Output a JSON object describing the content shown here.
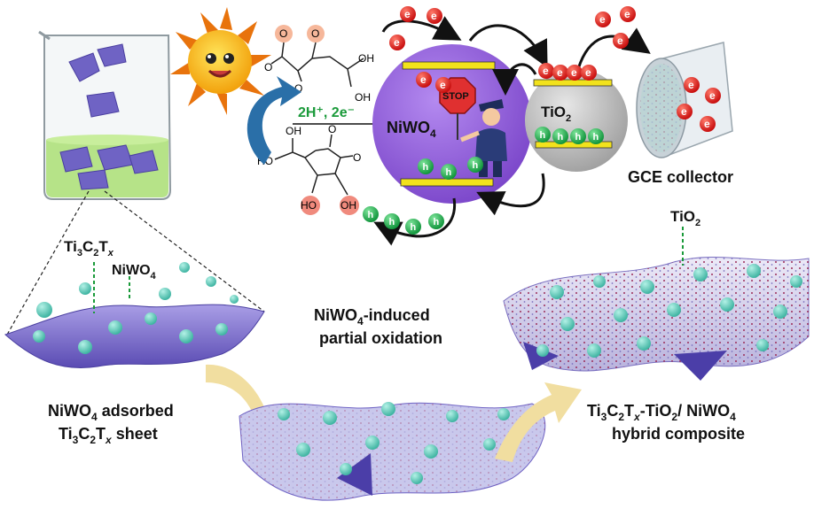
{
  "reaction_label": "2H⁺, 2e⁻",
  "semiconductor_a": {
    "main": "NiWO",
    "sub": "4"
  },
  "semiconductor_b": {
    "main": "TiO",
    "sub": "2"
  },
  "collector_label": "GCE collector",
  "stop_sign": "STOP",
  "electron_symbol": "e",
  "hole_symbol": "h",
  "atom_oxygen": "O",
  "group_oh": "OH",
  "group_ho": "HO",
  "mxene_label": {
    "t1": "Ti",
    "s1": "3",
    "t2": "C",
    "s2": "2",
    "t3": "T",
    "s3": "x"
  },
  "niwo4_tag": {
    "main": "NiWO",
    "sub": "4"
  },
  "tio2_tag": {
    "main": "TiO",
    "sub": "2"
  },
  "middle_caption": {
    "line1_main": "NiWO",
    "line1_sub": "4",
    "line1_rest": "-induced",
    "line2": "partial oxidation"
  },
  "left_caption": {
    "line1_main": "NiWO",
    "line1_sub": "4",
    "line1_rest": " adsorbed",
    "line2_t1": "Ti",
    "line2_s1": "3",
    "line2_t2": "C",
    "line2_s2": "2",
    "line2_t3": "T",
    "line2_s3": "x",
    "line2_rest": " sheet"
  },
  "right_caption": {
    "t1": "Ti",
    "s1": "3",
    "t2": "C",
    "s2": "2",
    "t3": "T",
    "s3": "x",
    "rest1": "-TiO",
    "s4": "2",
    "rest2": "/ NiWO",
    "s5": "4",
    "line2": "hybrid composite"
  },
  "colors": {
    "niwo4_sphere": "#8e5bd6",
    "tio2_sphere": "#c9c9c9",
    "electron": "#e21b1b",
    "hole": "#1fb14f",
    "band": "#f2e21c",
    "sheet": "#6f5fc4",
    "nanoparticle": "#5fd1bf",
    "beaker_liquid": "#b6e388",
    "arrow_blue": "#2a6fa8",
    "arrow_yellow": "#f1dea0"
  }
}
